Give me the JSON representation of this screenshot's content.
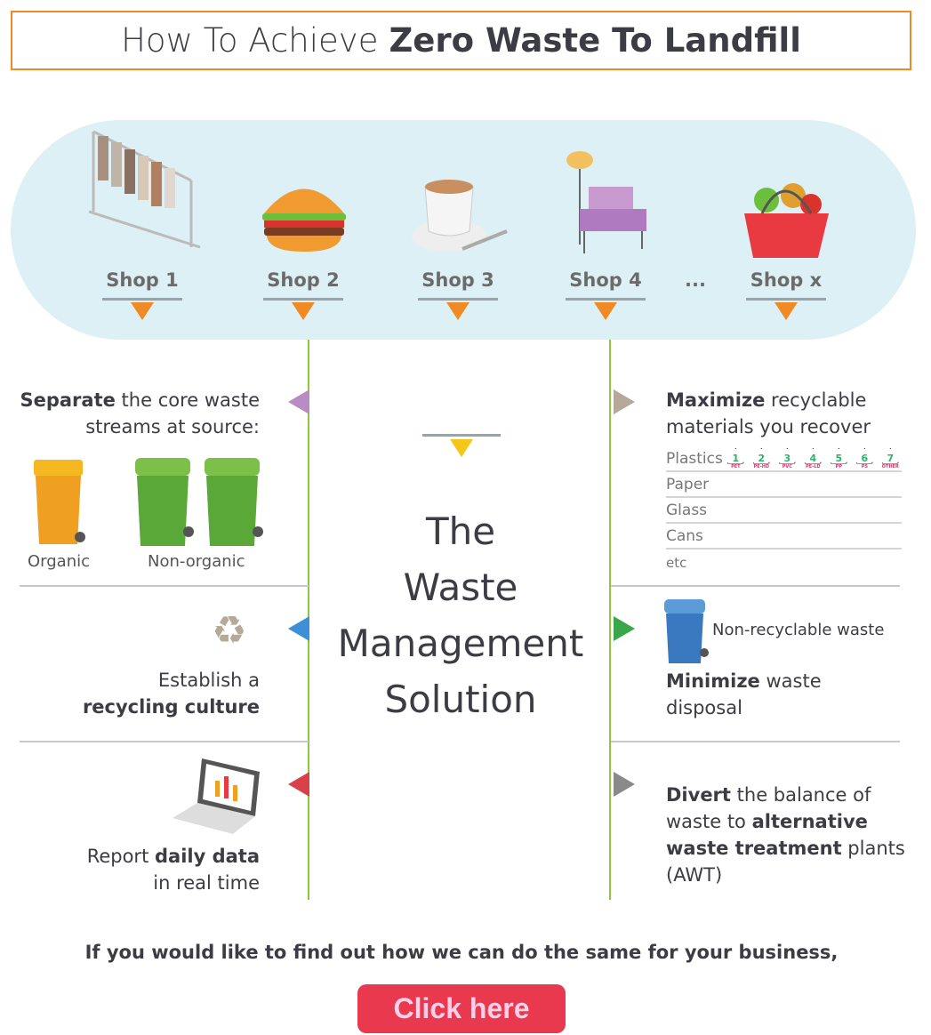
{
  "title": {
    "light": "How To Achieve",
    "bold": "Zero Waste To Landfill"
  },
  "shops": [
    {
      "label": "Shop 1",
      "icon": "clothes-rack-icon"
    },
    {
      "label": "Shop 2",
      "icon": "burger-icon"
    },
    {
      "label": "Shop 3",
      "icon": "coffee-cup-icon"
    },
    {
      "label": "Shop 4",
      "icon": "armchair-lamp-icon"
    },
    {
      "label": "Shop x",
      "icon": "grocery-basket-icon"
    }
  ],
  "shops_ellipsis": "...",
  "center": {
    "line1": "The",
    "line2": "Waste",
    "line3": "Management",
    "line4": "Solution"
  },
  "left": {
    "separate": {
      "bold": "Separate",
      "rest1": " the core waste",
      "line2": "streams at source:",
      "bin1": "Organic",
      "bin2": "Non-organic"
    },
    "recycling": {
      "line1": "Establish a",
      "bold": "recycling culture"
    },
    "report": {
      "pre": "Report ",
      "bold": "daily data",
      "line2": "in real time"
    }
  },
  "right": {
    "maximize": {
      "bold": "Maximize",
      "rest1": " recyclable",
      "line2": "materials you recover"
    },
    "materials": [
      "Plastics",
      "Paper",
      "Glass",
      "Cans",
      "etc"
    ],
    "plastic_codes": [
      {
        "n": "1",
        "c": "PET"
      },
      {
        "n": "2",
        "c": "PE-HD"
      },
      {
        "n": "3",
        "c": "PVC"
      },
      {
        "n": "4",
        "c": "PE-LD"
      },
      {
        "n": "5",
        "c": "PP"
      },
      {
        "n": "6",
        "c": "PS"
      },
      {
        "n": "7",
        "c": "OTHER"
      }
    ],
    "minimize": {
      "bin_label": "Non-recyclable waste",
      "bold": "Minimize",
      "rest1": " waste",
      "line2": "disposal"
    },
    "divert": {
      "bold1": "Divert",
      "rest1": " the balance of",
      "pre2": "waste to ",
      "bold2": "alternative",
      "bold3": "waste treatment",
      "rest3": " plants",
      "line4": "(AWT)"
    }
  },
  "colors": {
    "accent": "#f08a24",
    "green_line": "#8dc63f",
    "button": "#e8394f",
    "pill": "#dcf0f5"
  },
  "cta": {
    "text": "If you would like to find out how we can do the same for your business,",
    "button": "Click here"
  }
}
